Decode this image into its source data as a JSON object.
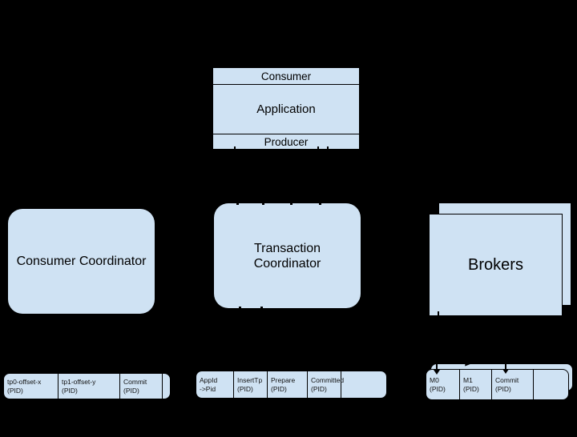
{
  "colors": {
    "background": "#000000",
    "box_fill": "#cfe2f3",
    "border": "#000000",
    "text": "#000000"
  },
  "application": {
    "header": "Consumer",
    "title": "Application",
    "footer": "Producer"
  },
  "nodes": {
    "consumer_coordinator": "Consumer Coordinator",
    "transaction_coordinator": "Transaction\nCoordinator",
    "brokers": "Brokers"
  },
  "logs": {
    "consumer_offsets": [
      "tp0-offset-x\n(PID)",
      "tp1-offset-y\n(PID)",
      "Commit\n(PID)",
      ""
    ],
    "transaction_log": [
      "AppId\n->Pid",
      "InsertTp\n(PID)",
      "Prepare\n(PID)",
      "Committed\n(PID)",
      ""
    ],
    "broker_log": [
      "M0\n(PID)",
      "M1\n(PID)",
      "Commit\n(PID)",
      ""
    ]
  }
}
